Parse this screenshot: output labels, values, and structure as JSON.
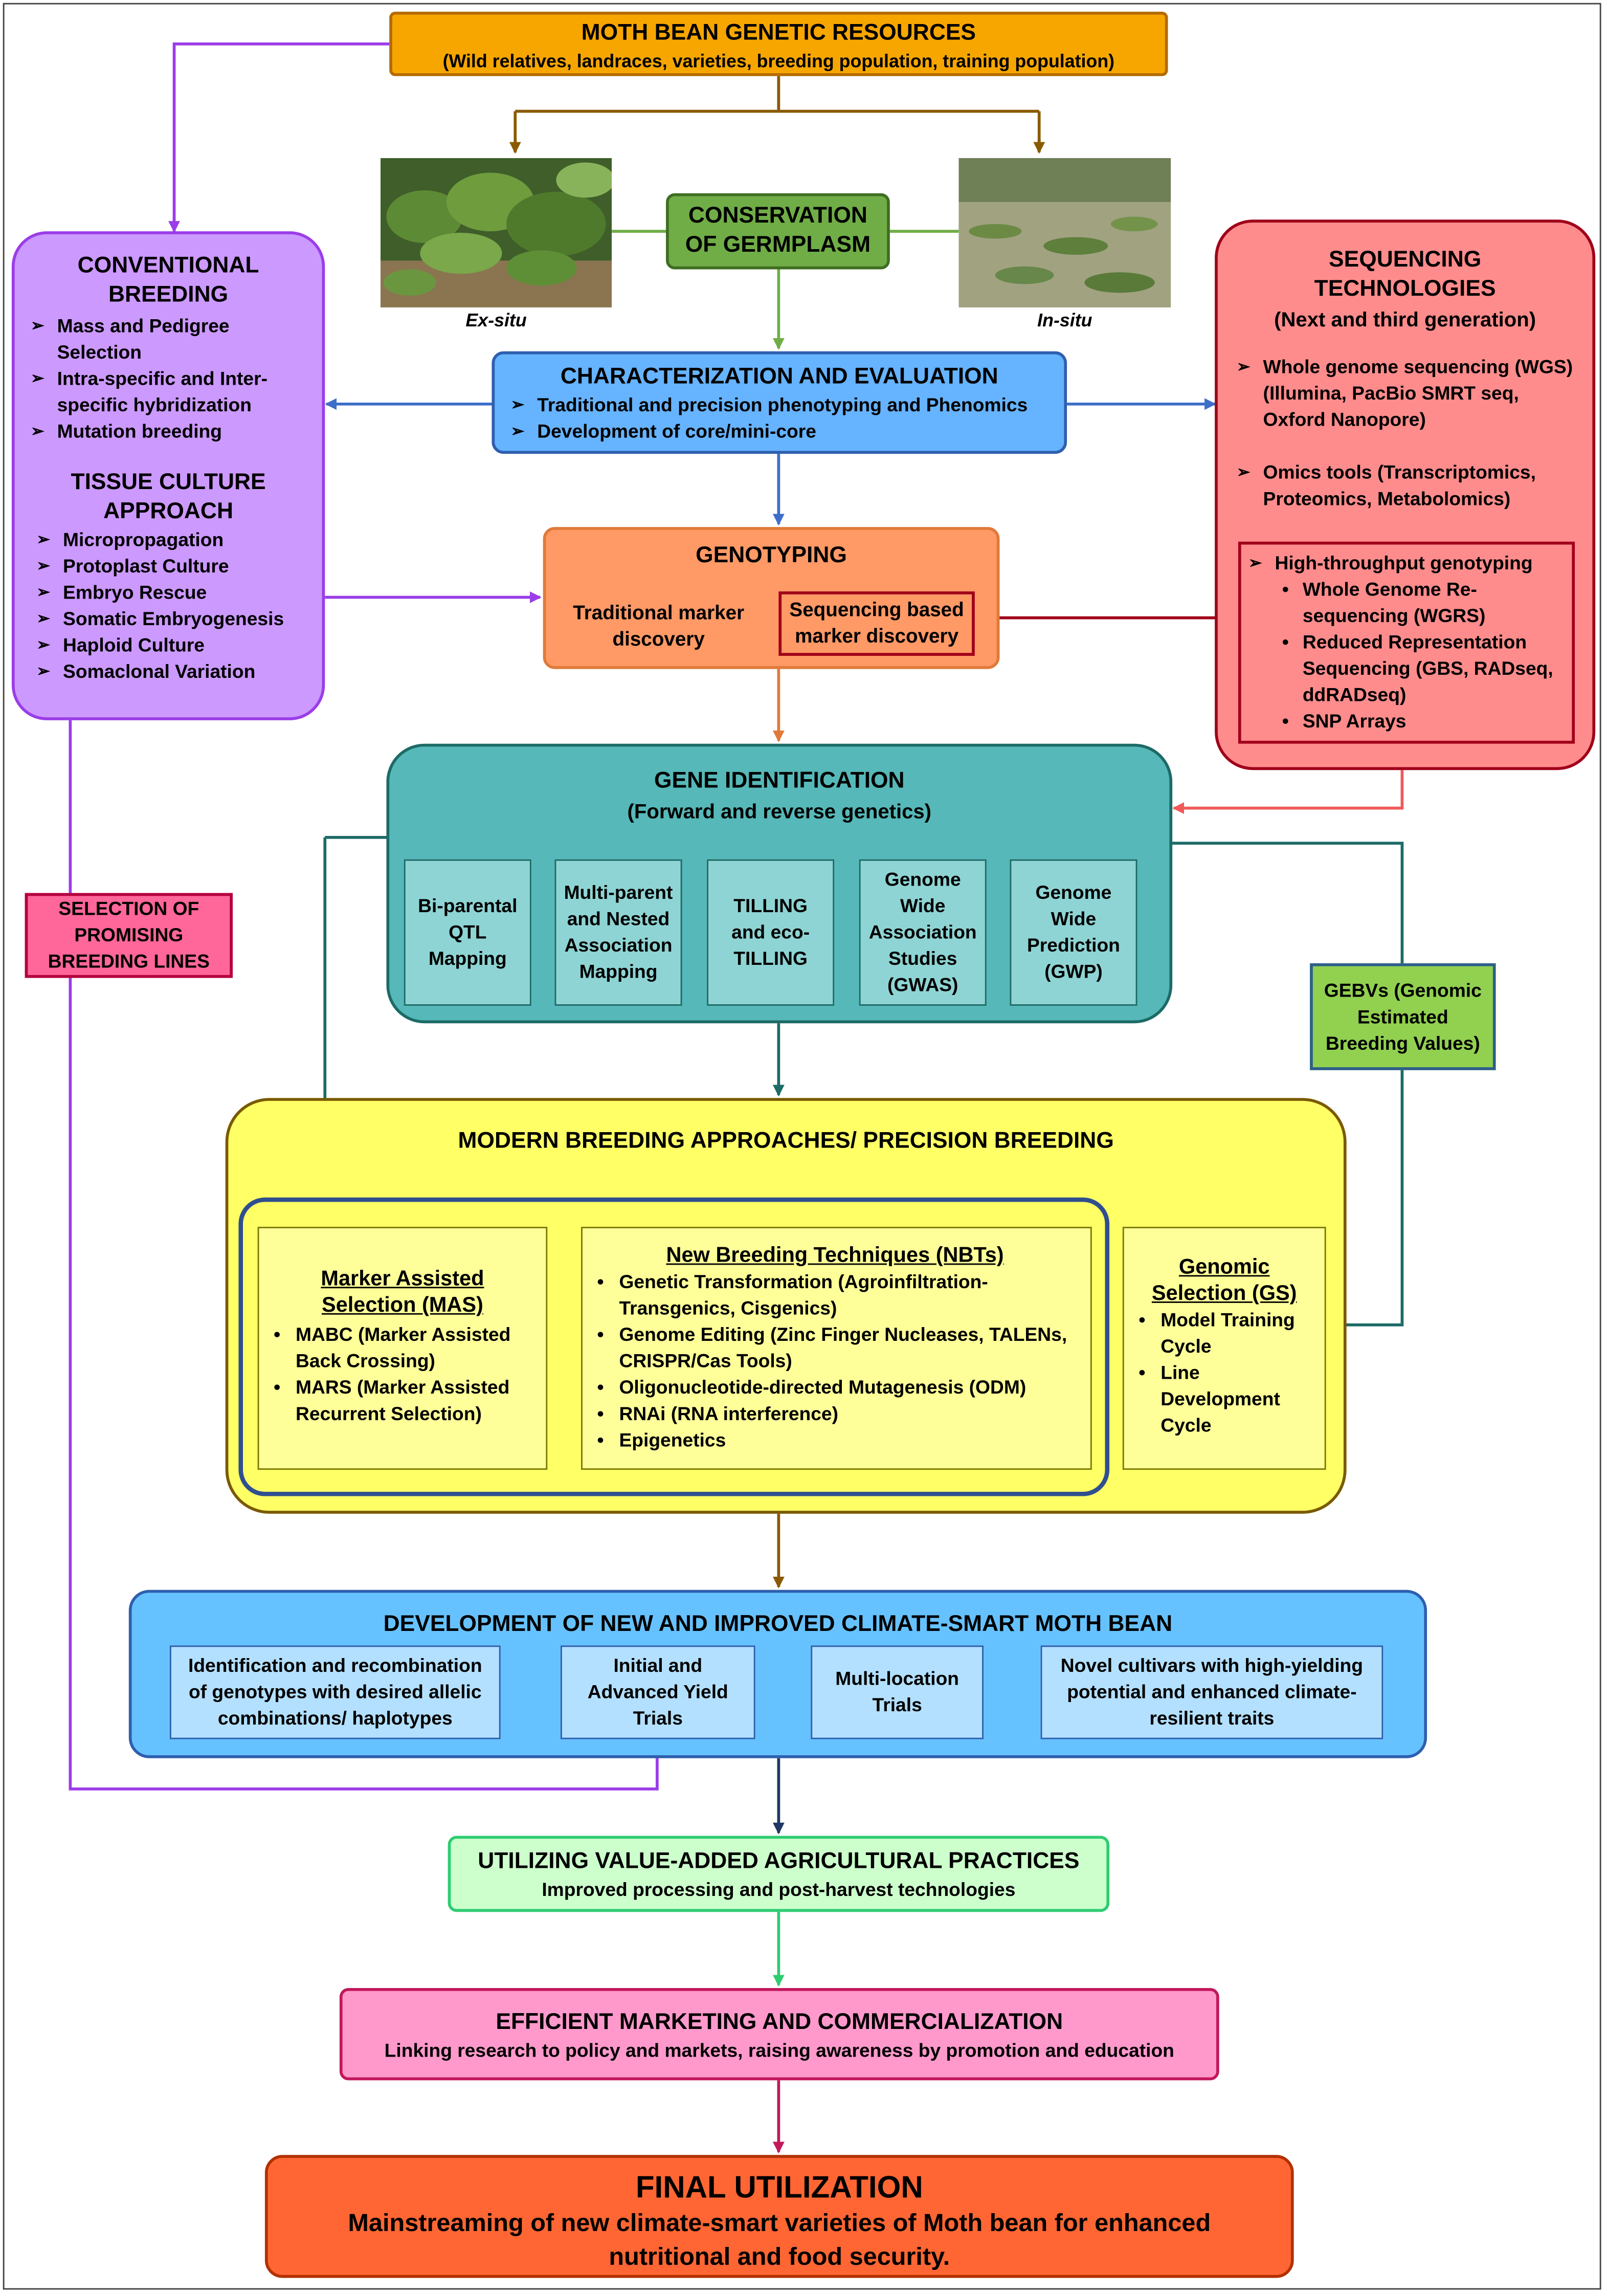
{
  "resources": {
    "title": "MOTH BEAN GENETIC RESOURCES",
    "subtitle": "(Wild relatives, landraces, varieties, breeding population, training population)"
  },
  "conservation": {
    "title_line1": "CONSERVATION",
    "title_line2": "OF GERMPLASM",
    "ex_situ_label": "Ex-situ",
    "in_situ_label": "In-situ"
  },
  "conventional": {
    "title_line1": "CONVENTIONAL",
    "title_line2": "BREEDING",
    "items": [
      "Mass and Pedigree Selection",
      "Intra-specific and Inter-specific hybridization",
      "Mutation breeding"
    ],
    "tissue_title_line1": "TISSUE CULTURE",
    "tissue_title_line2": "APPROACH",
    "tissue_items": [
      "Micropropagation",
      "Protoplast Culture",
      "Embryo Rescue",
      "Somatic Embryogenesis",
      "Haploid Culture",
      "Somaclonal Variation"
    ]
  },
  "sequencing": {
    "title_line1": "SEQUENCING",
    "title_line2": "TECHNOLOGIES",
    "subtitle": "(Next and third generation)",
    "items": [
      "Whole genome sequencing (WGS) (Illumina, PacBio SMRT seq, Oxford Nanopore)",
      "Omics tools (Transcriptomics, Proteomics, Metabolomics)"
    ],
    "htp_title": "High-throughput genotyping",
    "htp_items": [
      "Whole Genome Re-sequencing (WGRS)",
      "Reduced Representation Sequencing (GBS, RADseq, ddRADseq)",
      "SNP Arrays"
    ]
  },
  "characterization": {
    "title": "CHARACTERIZATION AND EVALUATION",
    "items": [
      "Traditional and precision phenotyping and Phenomics",
      "Development of core/mini-core"
    ]
  },
  "genotyping": {
    "title": "GENOTYPING",
    "traditional": "Traditional marker discovery",
    "sequencing_based": "Sequencing based marker discovery"
  },
  "gene_identification": {
    "title": "GENE IDENTIFICATION",
    "subtitle": "(Forward and reverse genetics)",
    "methods": [
      "Bi-parental QTL Mapping",
      "Multi-parent and Nested Association Mapping",
      "TILLING and eco-TILLING",
      "Genome Wide Association Studies (GWAS)",
      "Genome Wide Prediction (GWP)"
    ]
  },
  "selection_label": "SELECTION OF PROMISING BREEDING LINES",
  "gebv_label": "GEBVs (Genomic Estimated Breeding Values)",
  "modern": {
    "title": "MODERN BREEDING APPROACHES/ PRECISION BREEDING",
    "mas_title": "Marker Assisted Selection (MAS)",
    "mas_items": [
      "MABC (Marker Assisted Back Crossing)",
      "MARS (Marker Assisted Recurrent Selection)"
    ],
    "nbt_title": "New Breeding Techniques (NBTs)",
    "nbt_items": [
      "Genetic Transformation (Agroinfiltration-Transgenics, Cisgenics)",
      "Genome Editing (Zinc Finger Nucleases, TALENs, CRISPR/Cas Tools)",
      "Oligonucleotide-directed Mutagenesis (ODM)",
      "RNAi (RNA interference)",
      "Epigenetics"
    ],
    "gs_title": "Genomic Selection (GS)",
    "gs_items": [
      "Model Training Cycle",
      "Line Development Cycle"
    ]
  },
  "development": {
    "title": "DEVELOPMENT OF NEW AND IMPROVED CLIMATE-SMART MOTH BEAN",
    "steps": [
      "Identification and recombination of genotypes with desired allelic combinations/ haplotypes",
      "Initial and Advanced Yield Trials",
      "Multi-location Trials",
      "Novel cultivars with high-yielding potential and enhanced climate-resilient traits"
    ]
  },
  "value_added": {
    "title": "UTILIZING VALUE-ADDED AGRICULTURAL PRACTICES",
    "subtitle": "Improved processing and post-harvest technologies"
  },
  "marketing": {
    "title": "EFFICIENT MARKETING AND COMMERCIALIZATION",
    "subtitle": "Linking research to policy and markets, raising awareness by promotion and education"
  },
  "final": {
    "title": "FINAL UTILIZATION",
    "subtitle": "Mainstreaming of new climate-smart varieties of Moth bean for enhanced nutritional and food security."
  },
  "colors": {
    "orange": "#f7a600",
    "green": "#70ad47",
    "purple": "#cc99ff",
    "salmon": "#ff8c8c",
    "blue": "#66b3ff",
    "teal": "#56b8b8",
    "yellow": "#ffff66",
    "dark_red": "#a0001a"
  }
}
